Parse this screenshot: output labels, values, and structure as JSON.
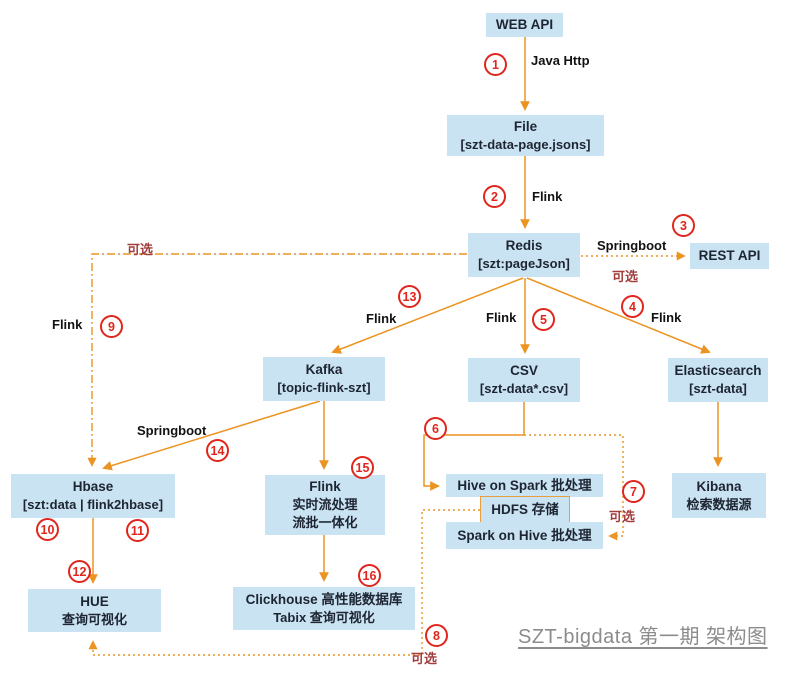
{
  "diagram_title": "SZT-bigdata 第一期 架构图",
  "labels": {
    "java_http": "Java Http",
    "flink": "Flink",
    "springboot": "Springboot",
    "optional": "可选"
  },
  "steps": {
    "s1": "1",
    "s2": "2",
    "s3": "3",
    "s4": "4",
    "s5": "5",
    "s6": "6",
    "s7": "7",
    "s8": "8",
    "s9": "9",
    "s10": "10",
    "s11": "11",
    "s12": "12",
    "s13": "13",
    "s14": "14",
    "s15": "15",
    "s16": "16"
  },
  "nodes": {
    "web_api": {
      "line1": "WEB API"
    },
    "file": {
      "line1": "File",
      "line2": "[szt-data-page.jsons]"
    },
    "redis": {
      "line1": "Redis",
      "line2": "[szt:pageJson]"
    },
    "rest_api": {
      "line1": "REST API"
    },
    "kafka": {
      "line1": "Kafka",
      "line2": "[topic-flink-szt]"
    },
    "csv": {
      "line1": "CSV",
      "line2": "[szt-data*.csv]"
    },
    "elasticsearch": {
      "line1": "Elasticsearch",
      "line2": "[szt-data]"
    },
    "hbase": {
      "line1": "Hbase",
      "line2": "[szt:data | flink2hbase]"
    },
    "flink_stream": {
      "line1": "Flink",
      "line2": "实时流处理",
      "line3": "流批一体化"
    },
    "hive_on_spark": {
      "line1": "Hive on Spark 批处理"
    },
    "hdfs": {
      "line1": "HDFS 存储"
    },
    "spark_on_hive": {
      "line1": "Spark on Hive 批处理"
    },
    "kibana": {
      "line1": "Kibana",
      "line2": "检索数据源"
    },
    "hue": {
      "line1": "HUE",
      "line2": "查询可视化"
    },
    "clickhouse": {
      "line1": "Clickhouse 高性能数据库",
      "line2": "Tabix 查询可视化"
    }
  },
  "colors": {
    "node_fill": "#cae3f2",
    "arrow_orange": "#ec9422",
    "badge_red": "#e0261c",
    "optional_text_red": "#a33e3e",
    "title_gray": "#8c8c8c",
    "hdfs_border": "#e9a03c"
  }
}
